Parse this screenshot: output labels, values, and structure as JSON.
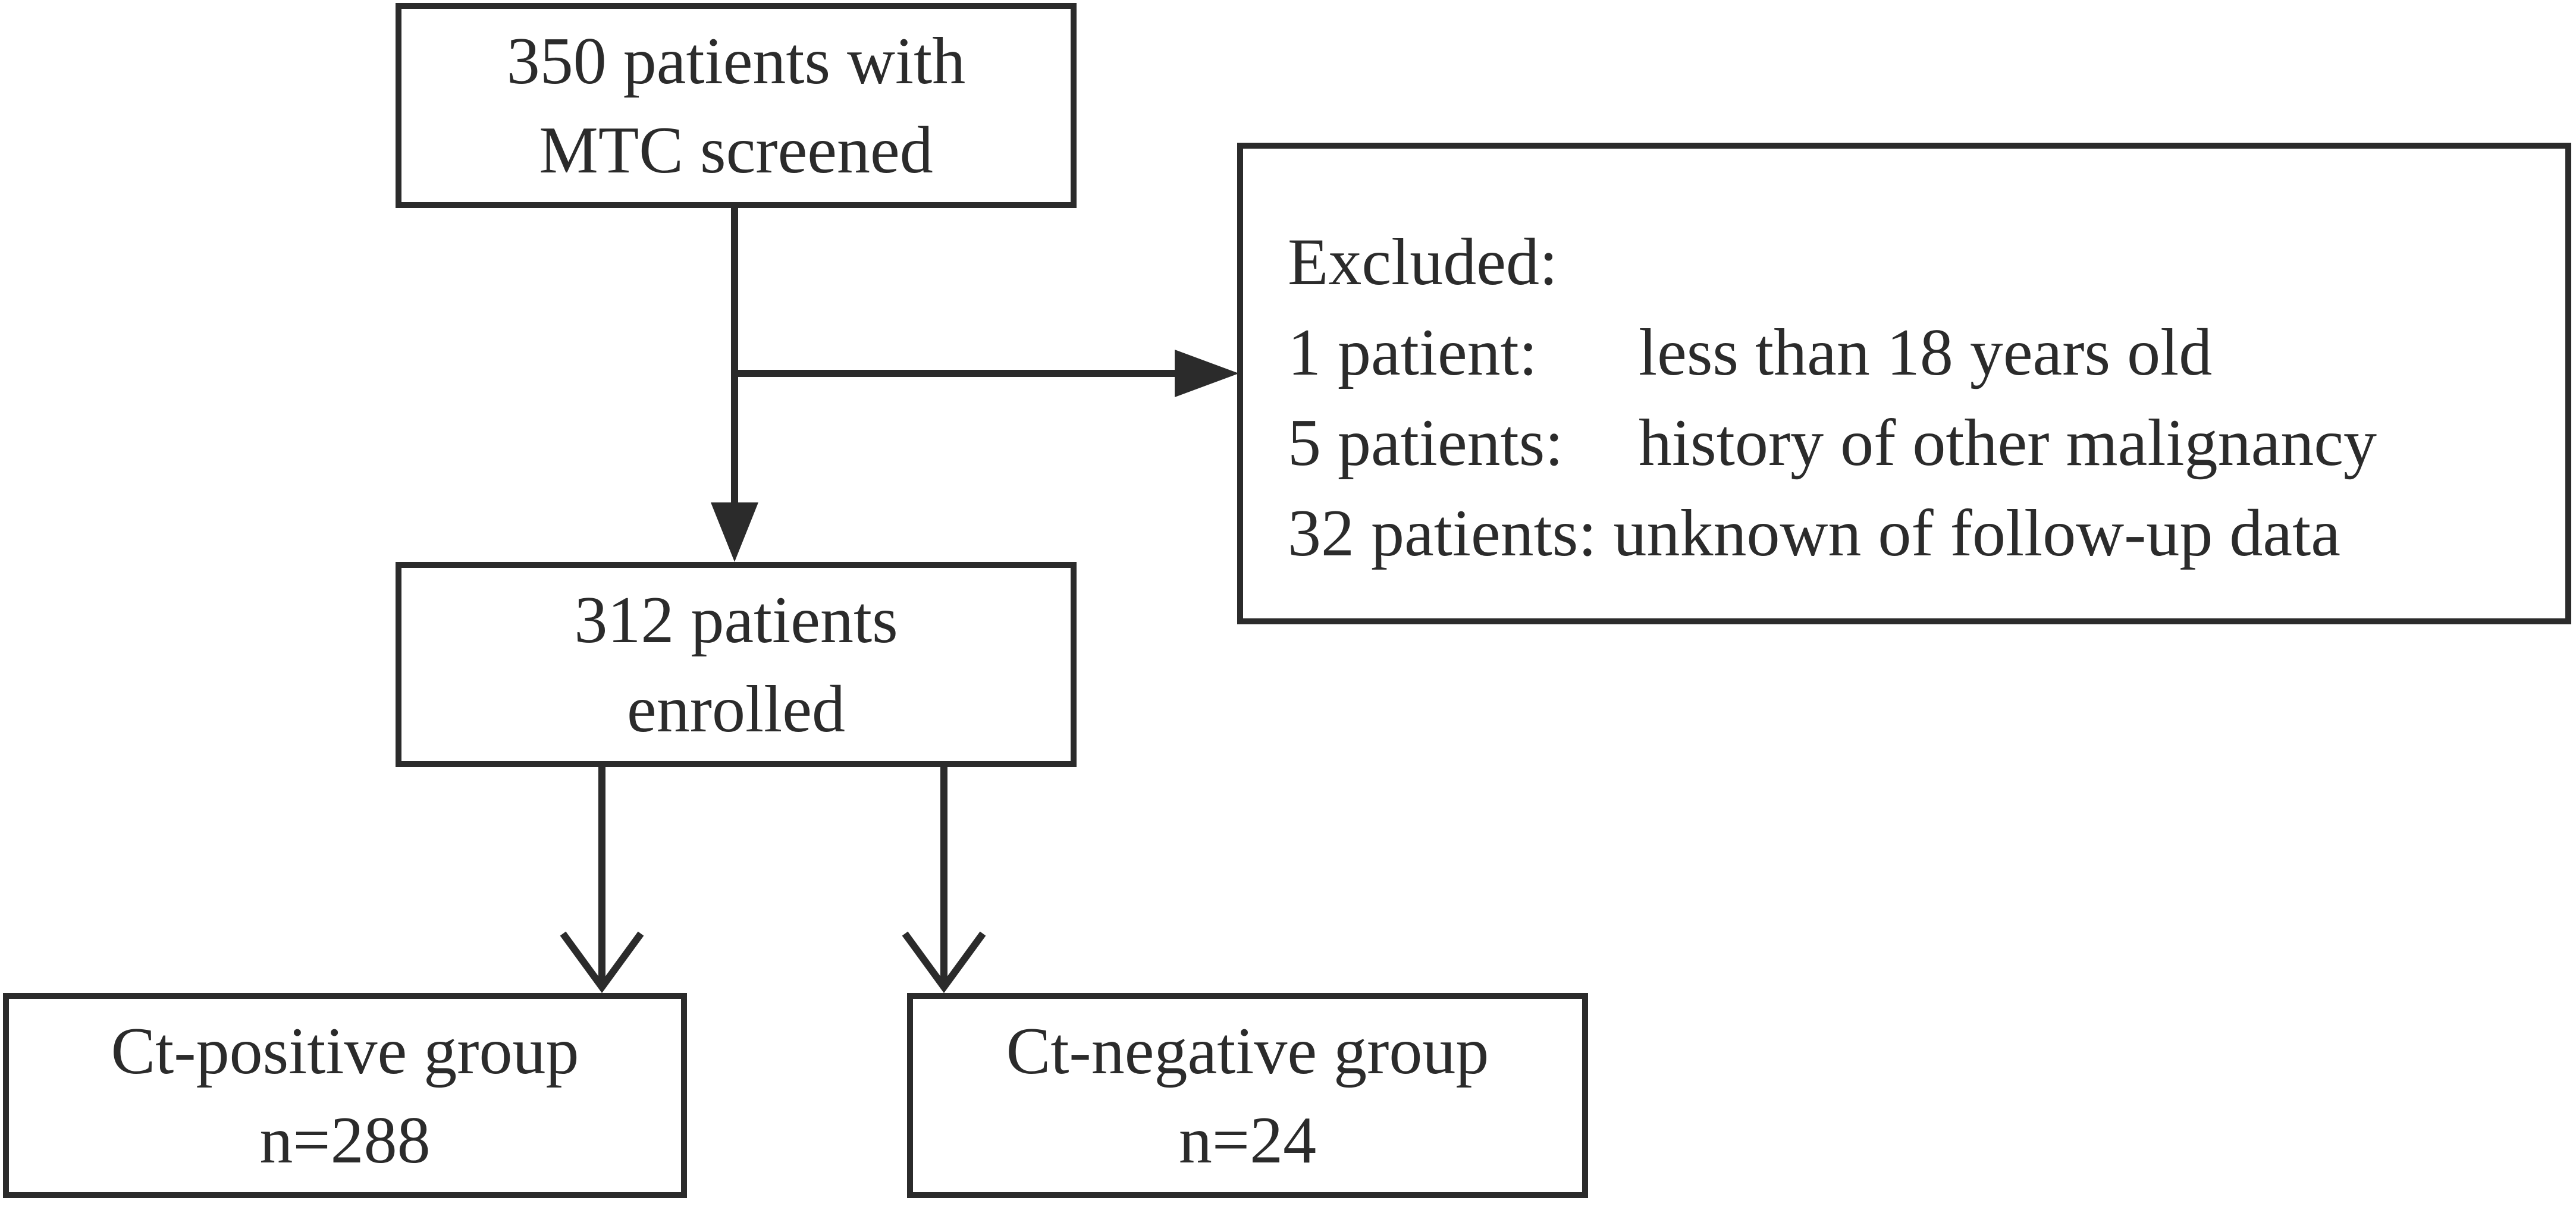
{
  "nodes": {
    "screened": {
      "line1": "350 patients with",
      "line2": "MTC screened"
    },
    "enrolled": {
      "line1": "312 patients",
      "line2": "enrolled"
    },
    "excluded": {
      "heading": "Excluded:",
      "reasons": [
        {
          "count": "1 patient:",
          "reason": "less than 18 years old"
        },
        {
          "count": "5 patients:",
          "reason": "history of other malignancy"
        },
        {
          "count": "32 patients:",
          "reason": "unknown of follow-up data"
        }
      ]
    },
    "ct_positive": {
      "line1": "Ct-positive group",
      "line2": "n=288"
    },
    "ct_negative": {
      "line1": "Ct-negative group",
      "line2": "n=24"
    }
  },
  "colors": {
    "stroke": "#2b2b2b",
    "background": "#ffffff"
  }
}
